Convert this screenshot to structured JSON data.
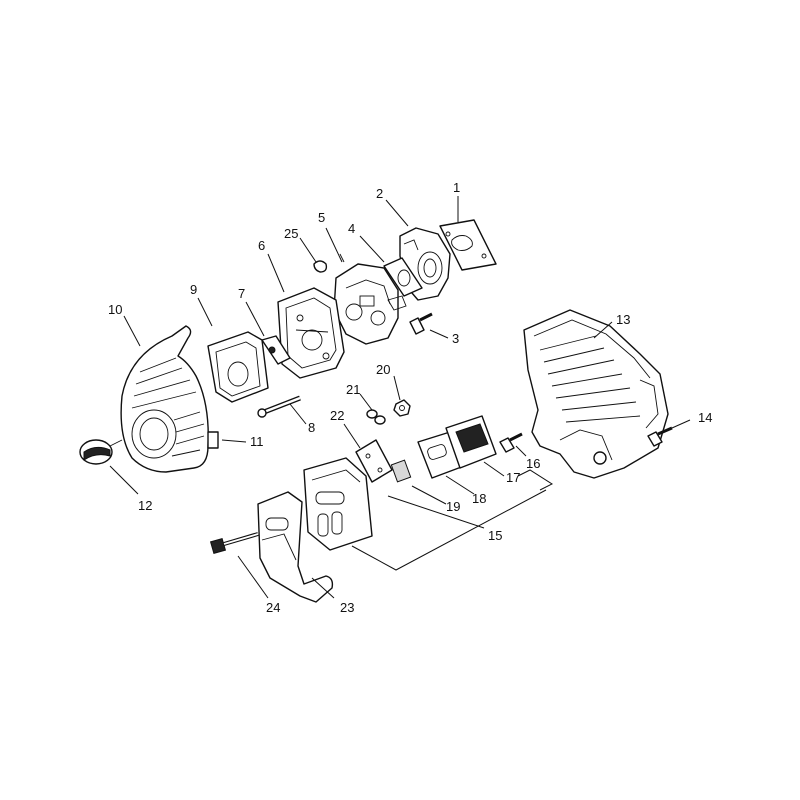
{
  "callouts": {
    "p1": "1",
    "p2": "2",
    "p3": "3",
    "p4": "4",
    "p5": "5",
    "p6": "6",
    "p7": "7",
    "p8": "8",
    "p9": "9",
    "p10": "10",
    "p11": "11",
    "p12": "12",
    "p13": "13",
    "p14": "14",
    "p15": "15",
    "p16": "16",
    "p17": "17",
    "p18": "18",
    "p19": "19",
    "p20": "20",
    "p21": "21",
    "p22": "22",
    "p23": "23",
    "p24": "24",
    "p25": "25"
  }
}
